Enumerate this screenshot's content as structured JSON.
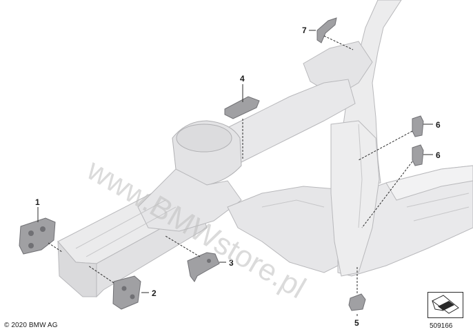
{
  "diagram": {
    "callouts": [
      {
        "id": "callout-1",
        "label": "1"
      },
      {
        "id": "callout-2",
        "label": "2"
      },
      {
        "id": "callout-3",
        "label": "3"
      },
      {
        "id": "callout-4",
        "label": "4"
      },
      {
        "id": "callout-5",
        "label": "5"
      },
      {
        "id": "callout-6a",
        "label": "6"
      },
      {
        "id": "callout-6b",
        "label": "6"
      },
      {
        "id": "callout-7",
        "label": "7"
      }
    ],
    "copyright": "© 2020 BMW AG",
    "diagram_number": "509166",
    "watermark": "www.BMWstore.pl"
  },
  "colors": {
    "body_fill": "#e9e9ea",
    "body_shadow": "#d4d4d6",
    "body_line": "#b8b8bb",
    "part_fill": "#9c9c9f",
    "part_dark": "#6e6e72",
    "leader": "#2a2a2a"
  }
}
